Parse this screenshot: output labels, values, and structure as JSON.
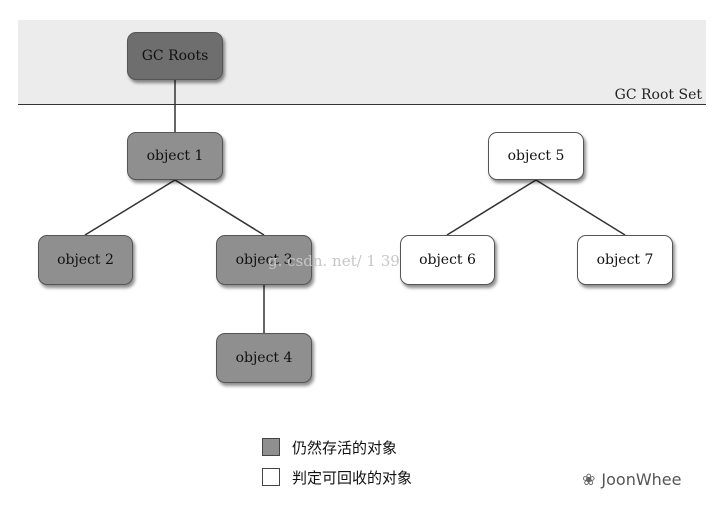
{
  "root_set_label": "GC Root Set",
  "nodes": {
    "gc_roots": "GC Roots",
    "object1": "object 1",
    "object2": "object 2",
    "object3": "object 3",
    "object4": "object 4",
    "object5": "object 5",
    "object6": "object 6",
    "object7": "object 7"
  },
  "legend": {
    "live_label": "仍然存活的对象",
    "dead_label": "判定可回收的对象"
  },
  "watermark": "g. csdn. net/    1   39",
  "brand": "JoonWhee",
  "colors": {
    "live": "#8f8f8f",
    "root": "#6e6e6e",
    "dead": "#ffffff",
    "band": "#ececec"
  }
}
